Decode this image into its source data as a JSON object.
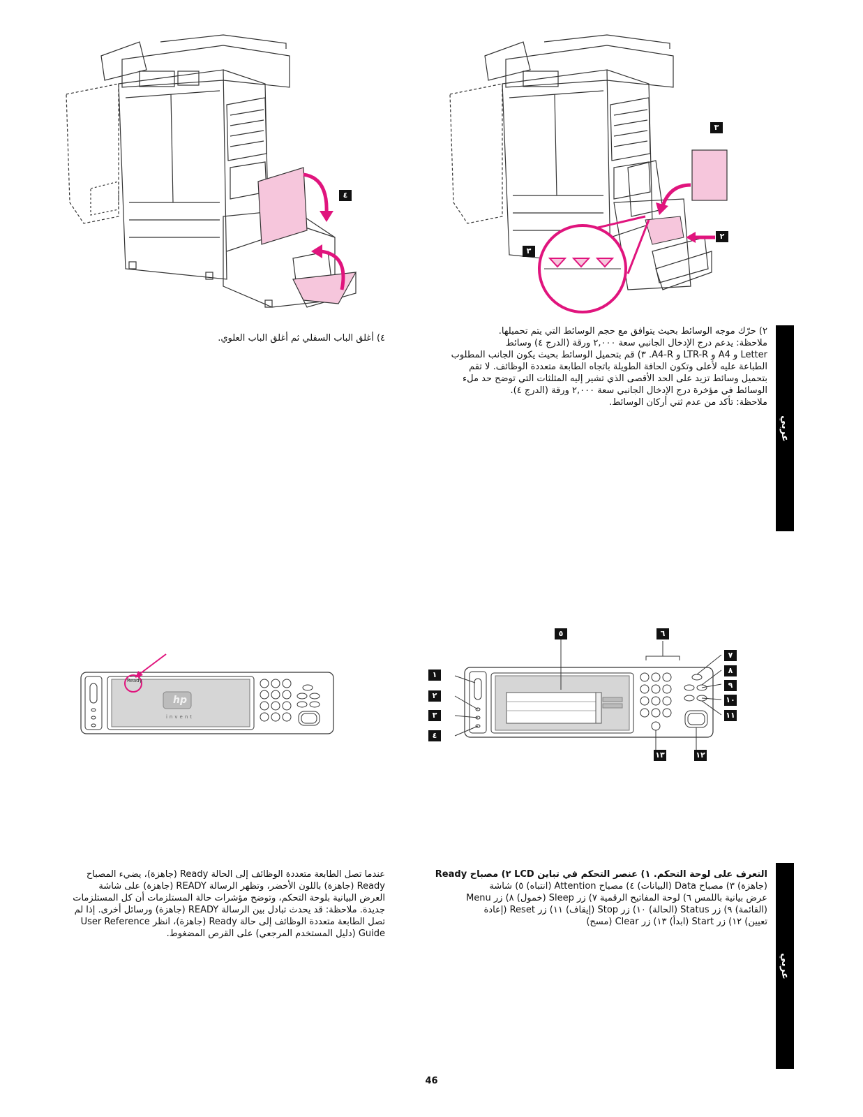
{
  "side_tab": "عربي",
  "illustrations": {
    "top_right_callouts": [
      "٣",
      "٢",
      "٣"
    ],
    "top_left_callouts": [
      "٤"
    ],
    "panel_callouts_left": [
      "١",
      "٢",
      "٣",
      "٤"
    ],
    "panel_callouts_top": [
      "٥",
      "٦"
    ],
    "panel_callouts_right": [
      "٧",
      "٨",
      "٩",
      "١٠",
      "١١"
    ],
    "panel_callouts_bottom": [
      "١٣",
      "١٢"
    ],
    "ready_label": "Ready",
    "hp_logo": "hp",
    "hp_tagline": "invent"
  },
  "step2": {
    "l1": "٢) حرّك موجه الوسائط بحيث يتوافق مع حجم الوسائط التي يتم تحميلها.",
    "l2": "ملاحظة: يدعم درج الإدخال الجانبي سعة ٢,٠٠٠ ورقة (الدرج ٤) وسائط",
    "l3": "Letter و A4 و LTR-R و A4-R. ٣) قم بتحميل الوسائط بحيث يكون الجانب المطلوب",
    "l4": "الطباعة عليه لأعلى وتكون الحافة الطويلة باتجاه الطابعة متعددة الوظائف. لا تقم",
    "l5": "بتحميل وسائط تزيد على الحد الأقصى الذي تشير إليه المثلثات التي توضح حد ملء",
    "l6": "الوسائط في مؤخرة درج الإدخال الجانبي سعة ٢,٠٠٠ ورقة (الدرج ٤).",
    "l7": "ملاحظة: تأكد من عدم ثني أركان الوسائط."
  },
  "step4": {
    "l1": "٤) أغلق الباب السفلي ثم أغلق الباب العلوي."
  },
  "control_panel": {
    "l1": "التعرف على لوحة التحكم. ١) عنصر التحكم في تباين LCD ٢) مصباح Ready",
    "l2": "(جاهزة) ٣) مصباح Data (البيانات) ٤) مصباح Attention (انتباه) ٥) شاشة",
    "l3": "عرض بيانية باللمس ٦) لوحة المفاتيح الرقمية ٧) زر Sleep (خمول) ٨) زر Menu",
    "l4": "(القائمة) ٩) زر Status (الحالة) ١٠) زر Stop (إيقاف) ١١) زر Reset (إعادة",
    "l5": "تعيين) ١٢) زر Start (ابدأ) ١٣) زر Clear (مسح)"
  },
  "ready_text": {
    "l1": "عندما تصل الطابعة متعددة الوظائف إلى الحالة Ready (جاهزة)، يضيء المصباح",
    "l2": "Ready (جاهزة) باللون الأخضر، وتظهر الرسالة READY (جاهزة) على شاشة",
    "l3": "العرض البيانية بلوحة التحكم، وتوضح مؤشرات حالة المستلزمات أن كل المستلزمات",
    "l4": "جديدة. ملاحظة: قد يحدث تبادل بين الرسالة READY (جاهزة) ورسائل أخرى. إذا لم",
    "l5": "تصل الطابعة متعددة الوظائف إلى حالة Ready (جاهزة)، انظر User Reference",
    "l6": "Guide (دليل المستخدم المرجعي) على القرص المضغوط."
  },
  "page_number": "46",
  "colors": {
    "accent": "#e0147d",
    "pink_fill": "#f6c6dc",
    "ink": "#111111"
  }
}
